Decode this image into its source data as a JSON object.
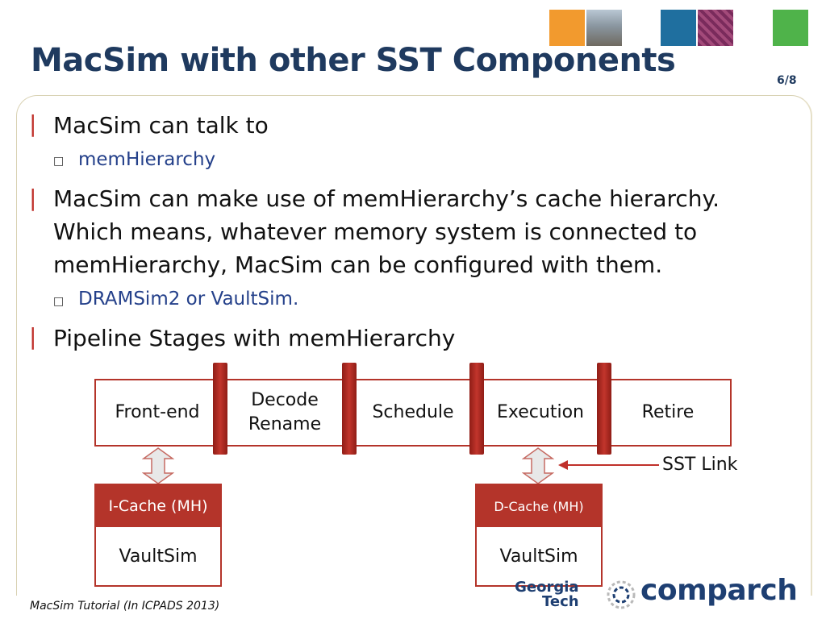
{
  "slide": {
    "title": "MacSim with other SST Components",
    "page_number": "6/8",
    "footer": "MacSim Tutorial (In ICPADS 2013)"
  },
  "bullets": [
    {
      "marker": "|",
      "lines": [
        "MacSim can talk to"
      ],
      "sub": {
        "marker": "□",
        "text": "memHierarchy"
      }
    },
    {
      "marker": "|",
      "lines": [
        "MacSim can make use of memHierarchy’s cache hierarchy.",
        "Which means, whatever memory system is connected to",
        "memHierarchy, MacSim can be configured with them."
      ],
      "sub": {
        "marker": "□",
        "text": "DRAMSim2 or VaultSim."
      }
    },
    {
      "marker": "|",
      "lines": [
        "Pipeline Stages with memHierarchy"
      ]
    }
  ],
  "diagram": {
    "stages": [
      {
        "label": "Front-end"
      },
      {
        "label": "Decode\nRename"
      },
      {
        "label": "Schedule"
      },
      {
        "label": "Execution"
      },
      {
        "label": "Retire"
      }
    ],
    "caches": [
      {
        "header": "I-Cache (MH)",
        "body": "VaultSim"
      },
      {
        "header": "D-Cache (MH)",
        "body": "VaultSim"
      }
    ],
    "link_label": "SST Link",
    "colors": {
      "accent": "#b4342a",
      "arrow_fill": "#e8e8e8",
      "arrow_stroke": "#c66a62"
    }
  },
  "logos": {
    "georgia_tech": [
      "Georgia",
      "Tech"
    ],
    "comparch": "comparch"
  }
}
